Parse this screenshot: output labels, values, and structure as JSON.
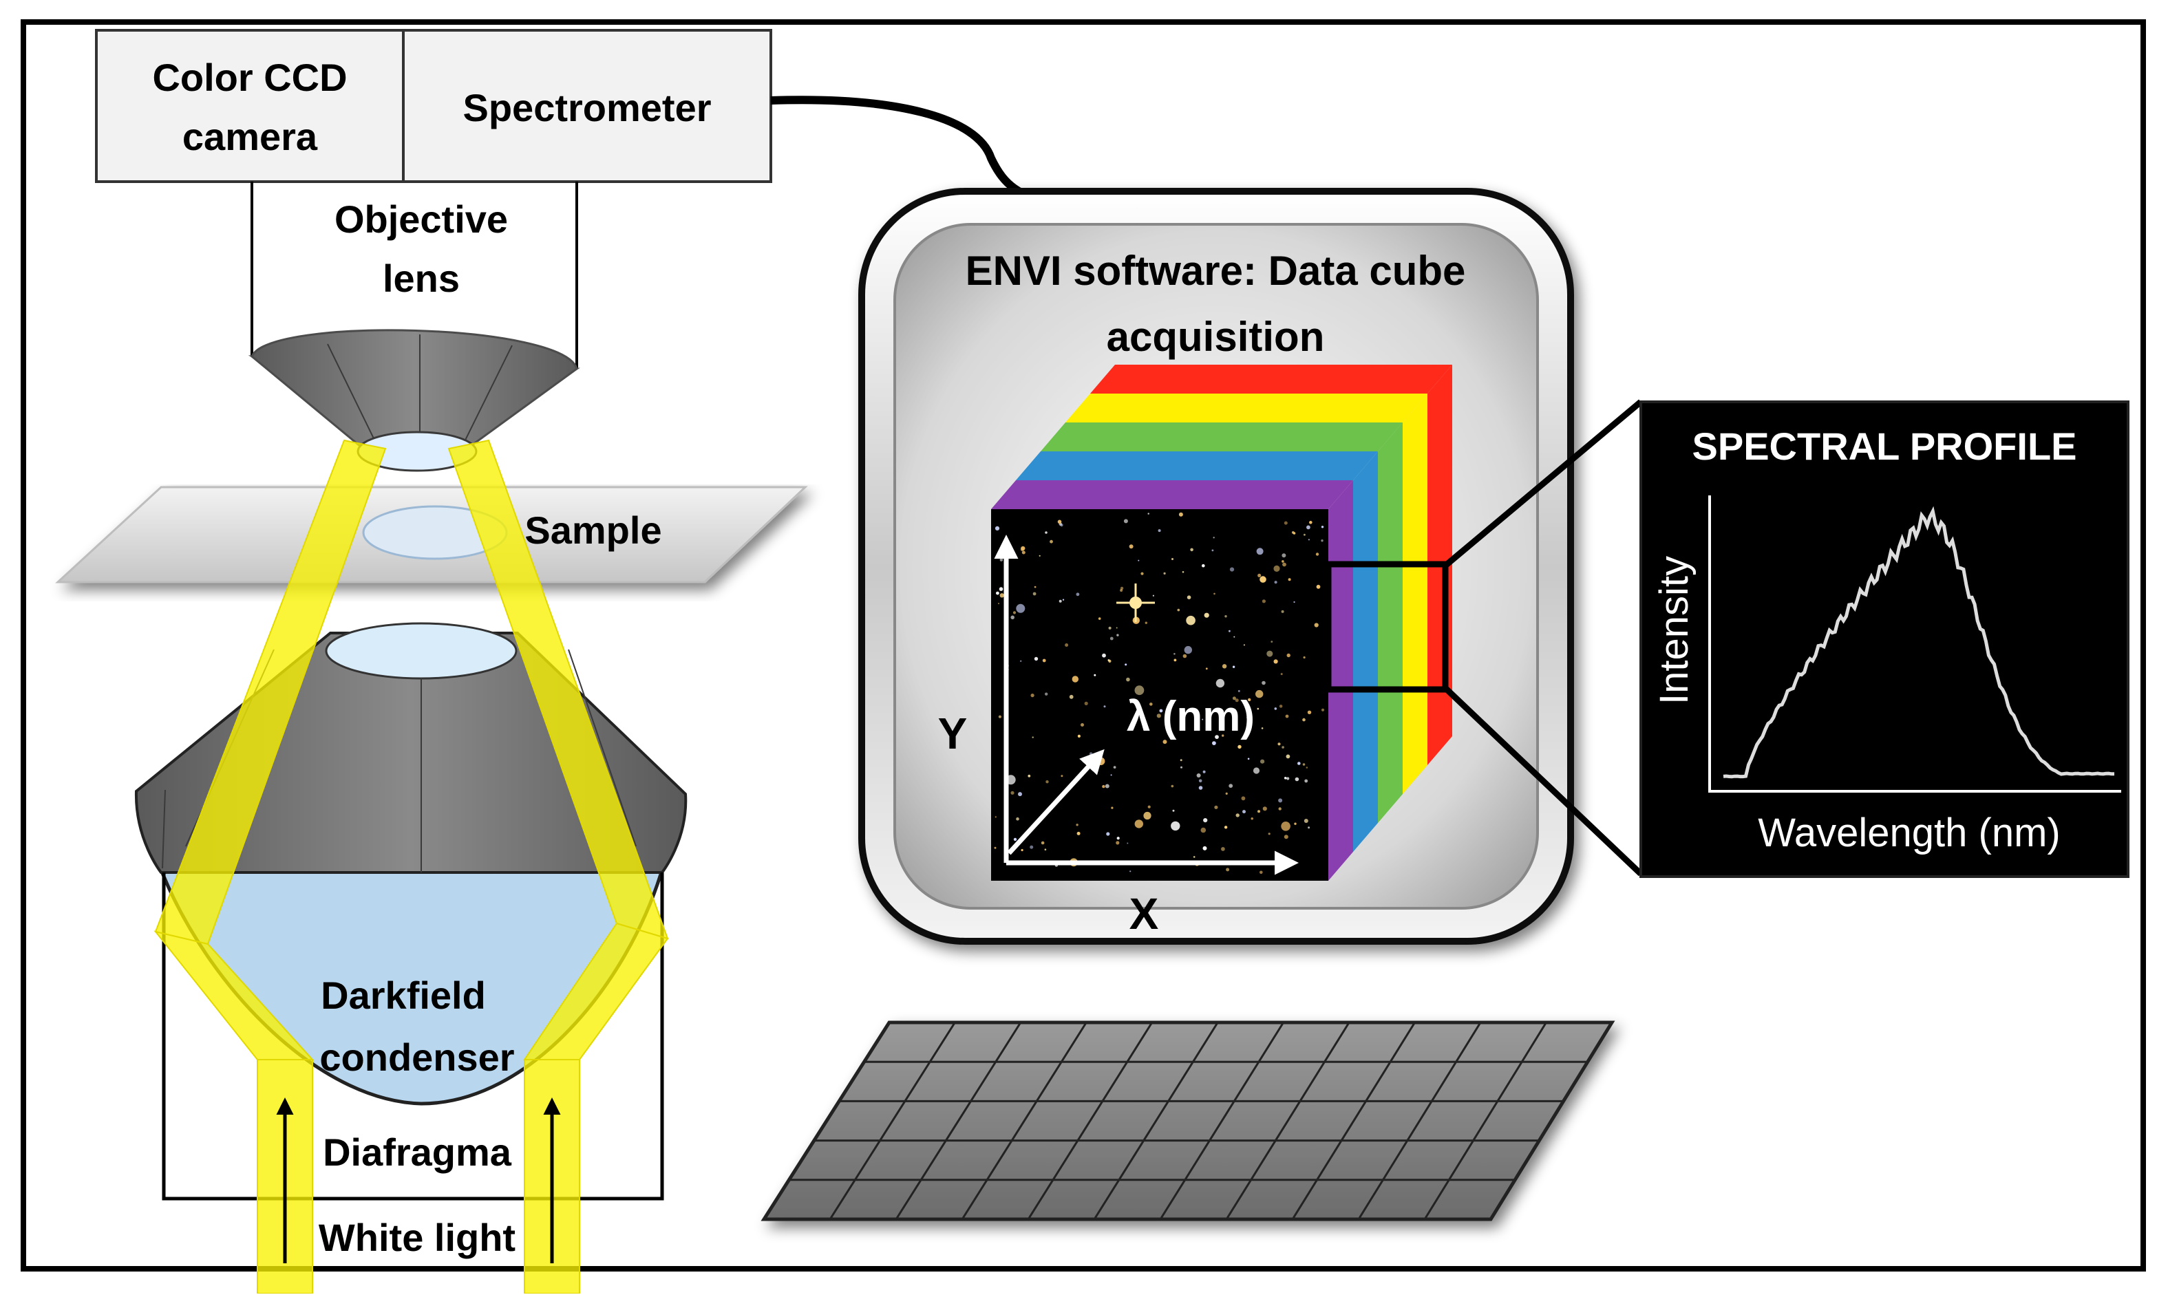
{
  "labels": {
    "camera_line1": "Color CCD",
    "camera_line2": "camera",
    "spectrometer": "Spectrometer",
    "objective_line1": "Objective",
    "objective_line2": "lens",
    "sample": "Sample",
    "condenser_line1": "Darkfield",
    "condenser_line2": "condenser",
    "diaphragm": "Diafragma",
    "white_light": "White light",
    "monitor_line1": "ENVI software: Data cube",
    "monitor_line2": "acquisition",
    "axis_x": "X",
    "axis_y": "Y",
    "axis_lambda": "λ (nm)"
  },
  "spectral_panel": {
    "title": "SPECTRAL PROFILE",
    "xlabel": "Wavelength (nm)",
    "ylabel": "Intensity"
  },
  "colors": {
    "light_beam": "#f8f200",
    "condenser_fill": "#b8d7ef",
    "cone_gray": "#6e6e6e",
    "cube_bands": [
      "#ff2a1a",
      "#ffef00",
      "#6cc24a",
      "#2f8fd0",
      "#8a3fb0"
    ]
  }
}
